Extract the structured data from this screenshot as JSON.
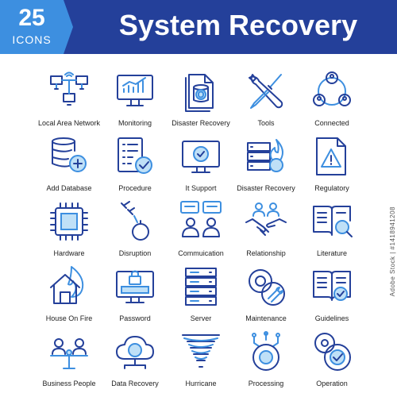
{
  "header": {
    "count": "25",
    "count_label": "ICONS",
    "title": "System Recovery"
  },
  "colors": {
    "primary": "#24409a",
    "accent": "#3d8fe0",
    "accent_light": "#bfe0f7"
  },
  "icons": [
    {
      "label": "Local Area Network",
      "icon": "network-icon"
    },
    {
      "label": "Monitoring",
      "icon": "monitor-chart-icon"
    },
    {
      "label": "Disaster Recovery",
      "icon": "document-recovery-icon"
    },
    {
      "label": "Tools",
      "icon": "wrench-screwdriver-icon"
    },
    {
      "label": "Connected",
      "icon": "connected-people-icon"
    },
    {
      "label": "Add Database",
      "icon": "database-gear-icon"
    },
    {
      "label": "Procedure",
      "icon": "checklist-gear-icon"
    },
    {
      "label": "It Support",
      "icon": "computer-gear-icon"
    },
    {
      "label": "Disaster Recovery",
      "icon": "server-fire-icon"
    },
    {
      "label": "Regulatory",
      "icon": "warning-document-icon"
    },
    {
      "label": "Hardware",
      "icon": "chip-icon"
    },
    {
      "label": "Disruption",
      "icon": "chain-bomb-icon"
    },
    {
      "label": "Commuication",
      "icon": "chat-people-icon"
    },
    {
      "label": "Relationship",
      "icon": "handshake-icon"
    },
    {
      "label": "Literature",
      "icon": "book-search-icon"
    },
    {
      "label": "House On Fire",
      "icon": "house-fire-icon"
    },
    {
      "label": "Password",
      "icon": "monitor-lock-icon"
    },
    {
      "label": "Server",
      "icon": "server-rack-icon"
    },
    {
      "label": "Maintenance",
      "icon": "gear-wrench-icon"
    },
    {
      "label": "Guidelines",
      "icon": "book-check-icon"
    },
    {
      "label": "Business People",
      "icon": "balance-people-icon"
    },
    {
      "label": "Data Recovery",
      "icon": "cloud-recovery-icon"
    },
    {
      "label": "Hurricane",
      "icon": "tornado-icon"
    },
    {
      "label": "Processing",
      "icon": "processing-gear-icon"
    },
    {
      "label": "Operation",
      "icon": "gears-check-icon"
    }
  ],
  "watermark": "Adobe Stock | #1418941208"
}
